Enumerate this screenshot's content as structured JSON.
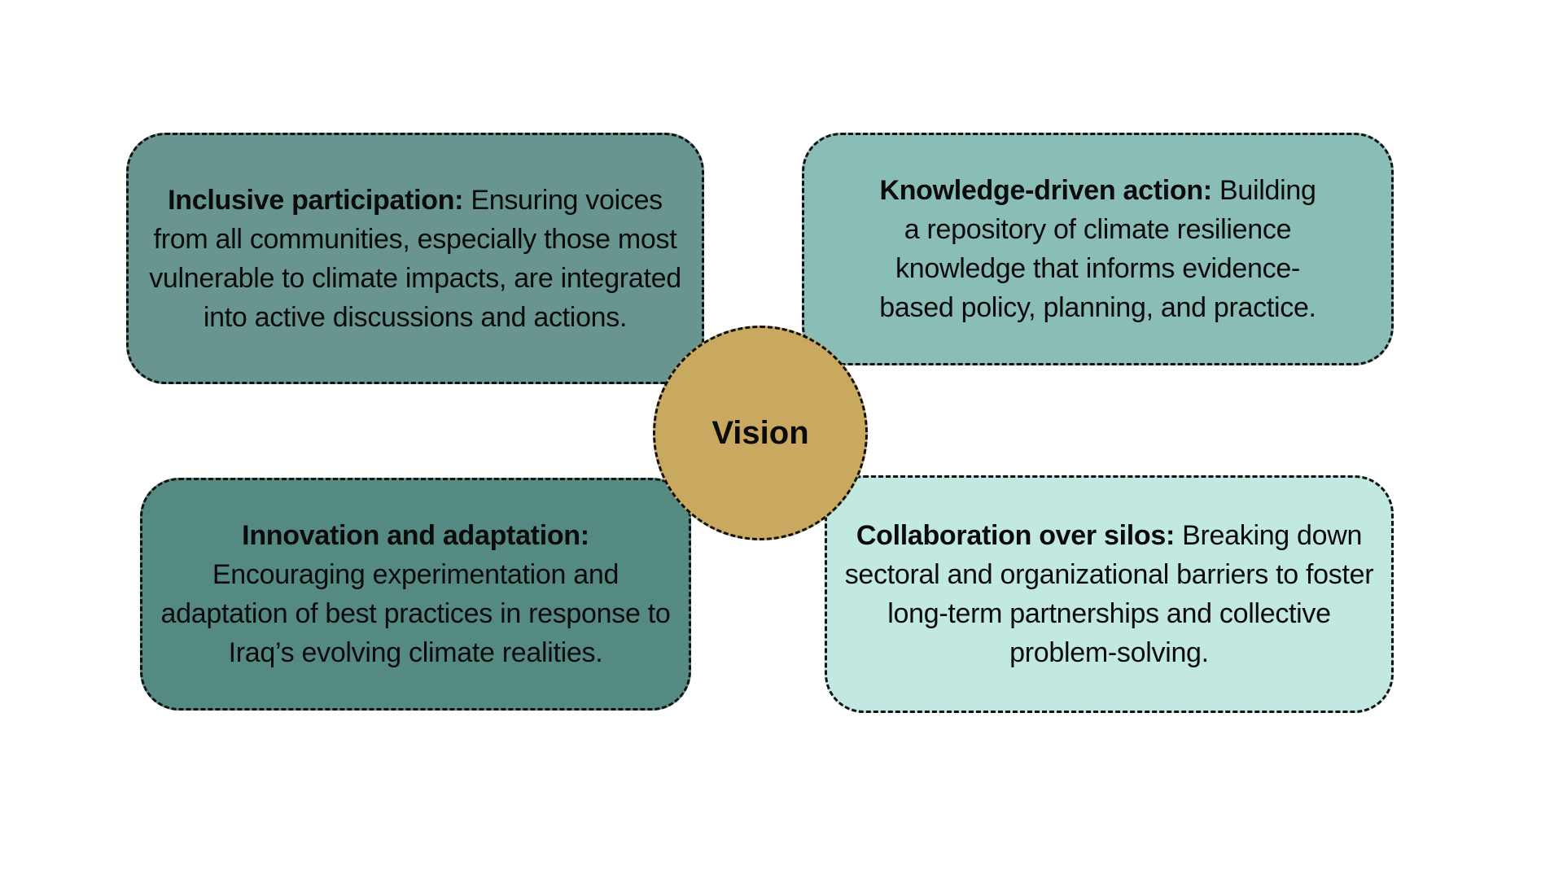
{
  "center": {
    "label": "Vision",
    "color": "#c9a95f"
  },
  "boxes": [
    {
      "title": "Inclusive participation:",
      "text": "Ensuring voices from all communities, especially those most vulnerable to climate impacts, are integrated into active discussions and actions.",
      "color": "#68958f"
    },
    {
      "title": "Knowledge-driven action:",
      "text": "Building a repository of climate resilience knowledge that informs evidence-based policy, planning, and practice.",
      "color": "#89bdb6"
    },
    {
      "title": "Innovation and adaptation:",
      "text": "Encouraging experimentation and adaptation of best practices in response to Iraq’s evolving climate realities.",
      "color": "#548a82"
    },
    {
      "title": "Collaboration over silos:",
      "text": "Breaking down sectoral and organizational barriers to foster long-term partnerships and collective problem-solving.",
      "color": "#c1e9e2"
    }
  ]
}
